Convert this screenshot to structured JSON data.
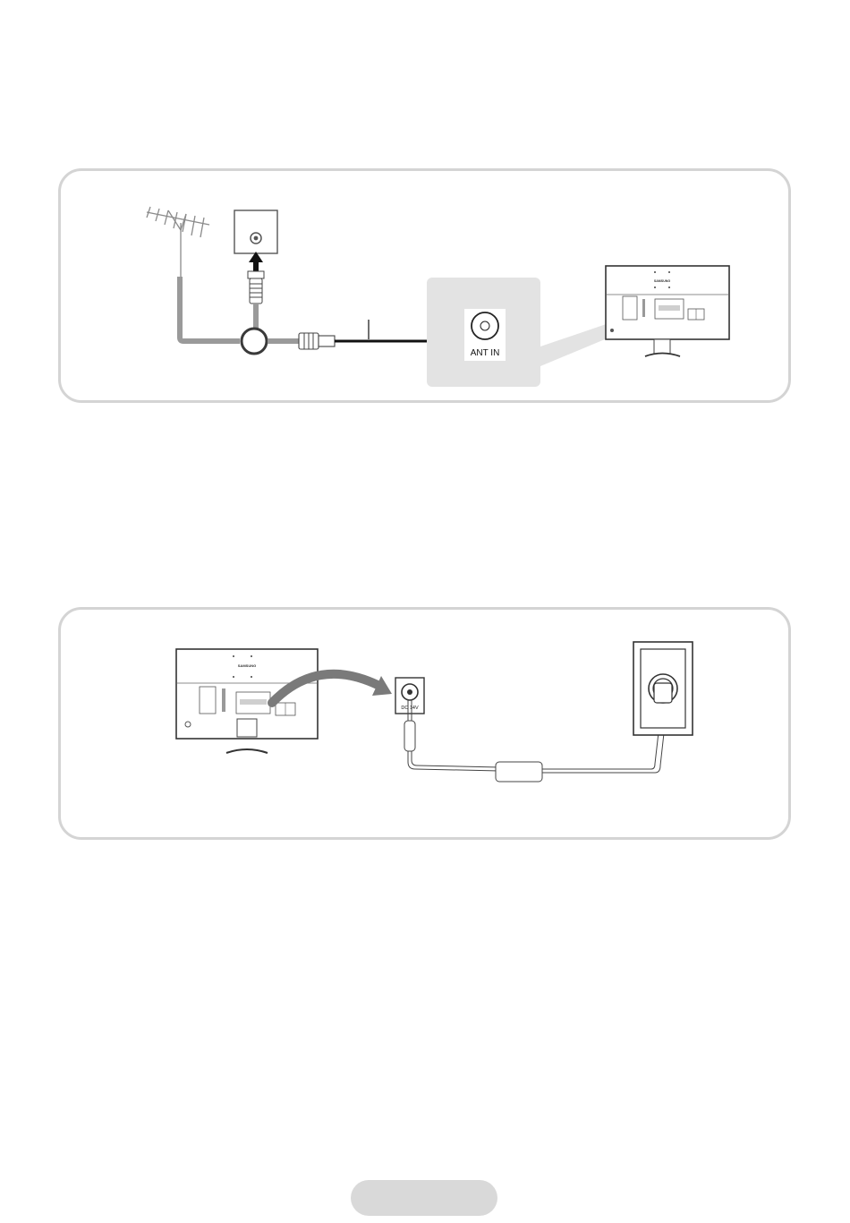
{
  "antenna_panel": {
    "port_label": "ANT IN",
    "tv_brand": "SAMSUNG"
  },
  "power_panel": {
    "tv_brand": "SAMSUNG",
    "dc_jack_label": "DC 14V"
  },
  "colors": {
    "panel_border": "#d4d4d4",
    "cable_gray": "#9a9a9a",
    "zoom_highlight": "#e3e3e3",
    "arrow_gray": "#7a7a7a",
    "page_tab": "#d9d9d9"
  }
}
